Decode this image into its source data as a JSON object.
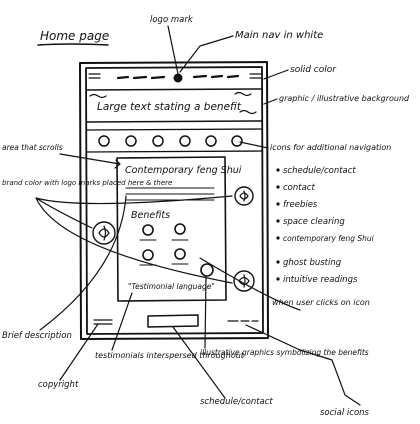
{
  "title": "Home page",
  "colors": {
    "ink": "#111111",
    "paper": "#ffffff"
  },
  "frame": {
    "hero_text": "Large text stating a benefit",
    "section_title": "Contemporary feng Shui",
    "benefits_title": "Benefits",
    "testimonial_text": "\"Testimonial language\""
  },
  "annotations": {
    "logo_mark": "logo mark",
    "main_nav": "Main nav in white",
    "solid_color": "solid color",
    "graphic_background": "graphic / illustrative background",
    "icons_nav": "icons for additional navigation",
    "area_scrolls": "area that scrolls",
    "brand_color": "brand color with logo marks placed here & there",
    "brief_description": "Brief description",
    "testimonials": "testimonials interspersed throughout",
    "illustrative_graphics": "illustrative graphics symbolizing the benefits",
    "copyright": "copyright",
    "schedule_contact": "schedule/contact",
    "social_icons": "social icons",
    "when_user_clicks": "when user clicks on icon"
  },
  "nav_items": [
    "schedule/contact",
    "contact",
    "freebies",
    "space clearing",
    "contemporary feng Shui",
    "ghost busting",
    "intuitive readings"
  ]
}
